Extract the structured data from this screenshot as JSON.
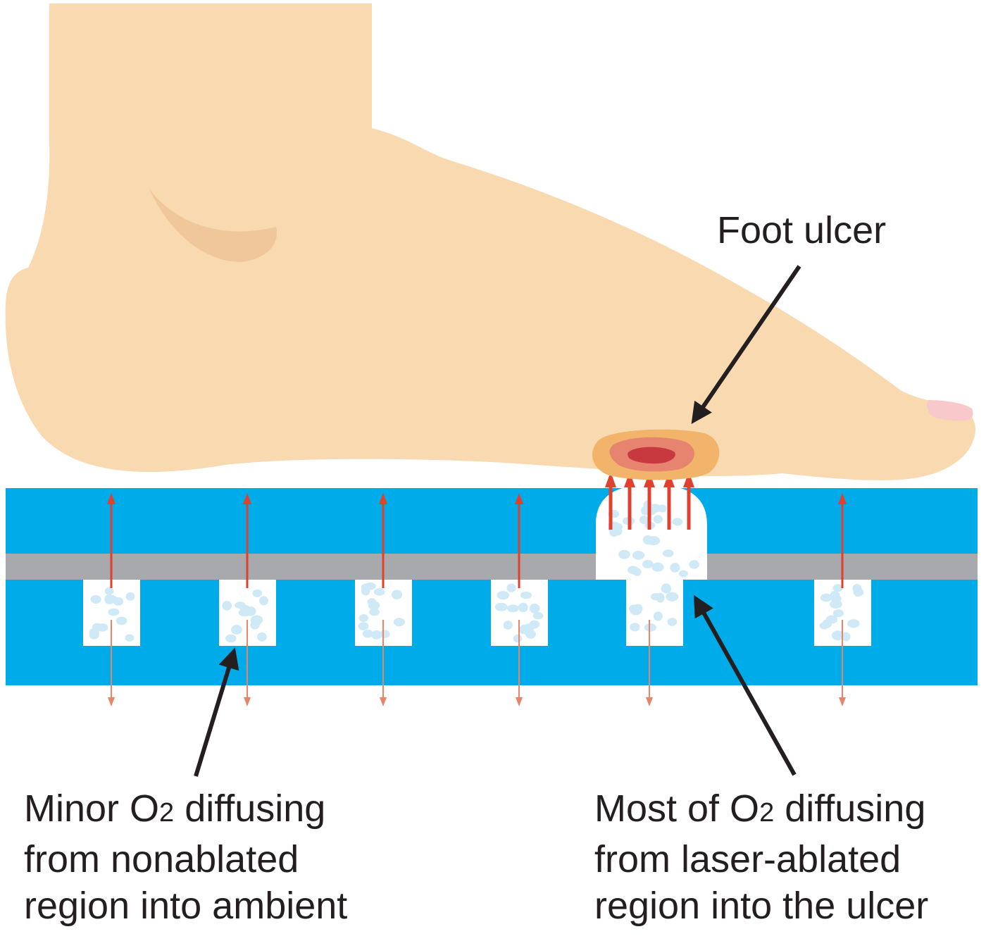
{
  "labels": {
    "foot_ulcer": "Foot ulcer",
    "minor": {
      "line1_pre": "Minor O",
      "line1_sub": "2",
      "line1_post": " diffusing",
      "line2": "from nonablated",
      "line3": "region into ambient"
    },
    "most": {
      "line1_pre": "Most of O",
      "line1_sub": "2",
      "line1_post": " diffusing",
      "line2": "from laser-ablated",
      "line3": "region into the ulcer"
    }
  },
  "colors": {
    "skin": "#f9d9b0",
    "skin_fold": "#efc79a",
    "dressing_blue": "#00abe9",
    "membrane_gray": "#a7a9ac",
    "oxygen_dot": "#cfe9f7",
    "arrow_red": "#e2402f",
    "arrow_thin": "#e8846a",
    "ulcer_outer": "#f2b36a",
    "ulcer_mid": "#e7846f",
    "ulcer_inner": "#c8383f",
    "nail": "#f7c9cb",
    "pointer": "#231f20"
  }
}
